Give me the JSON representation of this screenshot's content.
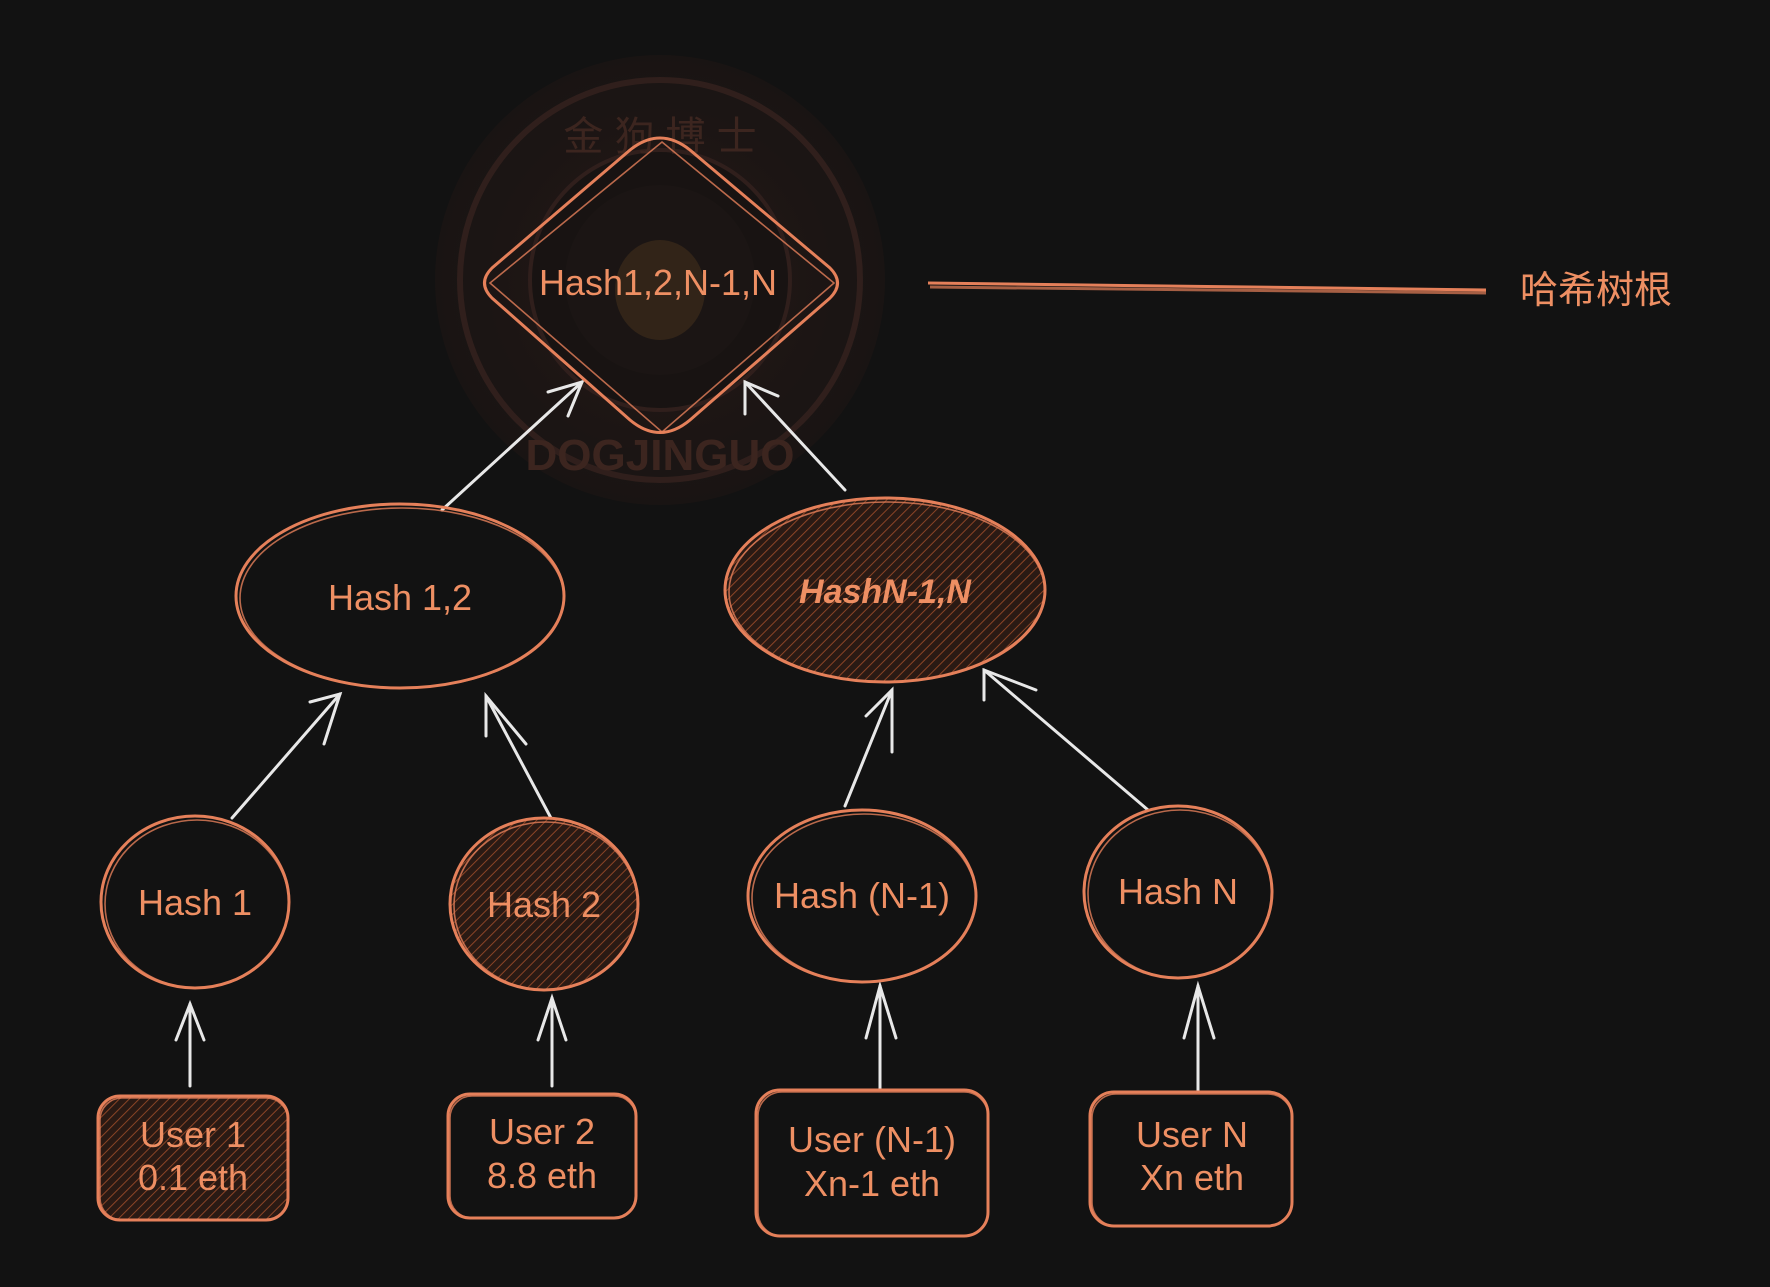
{
  "colors": {
    "background": "#121212",
    "node_stroke": "#e5805a",
    "node_text": "#ee8f63",
    "hatch": "#7a3c22",
    "arrow": "#e8e8e8",
    "watermark": "#4a2a22"
  },
  "watermark": {
    "top_text": "金 狗 博 士",
    "bottom_text": "DOGJINGUO"
  },
  "root": {
    "label": "Hash1,2,N-1,N",
    "annotation": "哈希树根"
  },
  "level1": [
    {
      "label": "Hash 1,2",
      "hatched": false
    },
    {
      "label": "HashN-1,N",
      "hatched": true
    }
  ],
  "level2": [
    {
      "label": "Hash 1",
      "hatched": false
    },
    {
      "label": "Hash 2",
      "hatched": true
    },
    {
      "label": "Hash (N-1)",
      "hatched": false
    },
    {
      "label": "Hash N",
      "hatched": false
    }
  ],
  "leaves": [
    {
      "line1": "User 1",
      "line2": "0.1 eth",
      "hatched": true
    },
    {
      "line1": "User 2",
      "line2": "8.8 eth",
      "hatched": false
    },
    {
      "line1": "User (N-1)",
      "line2": "Xn-1 eth",
      "hatched": false
    },
    {
      "line1": "User N",
      "line2": "Xn eth",
      "hatched": false
    }
  ]
}
